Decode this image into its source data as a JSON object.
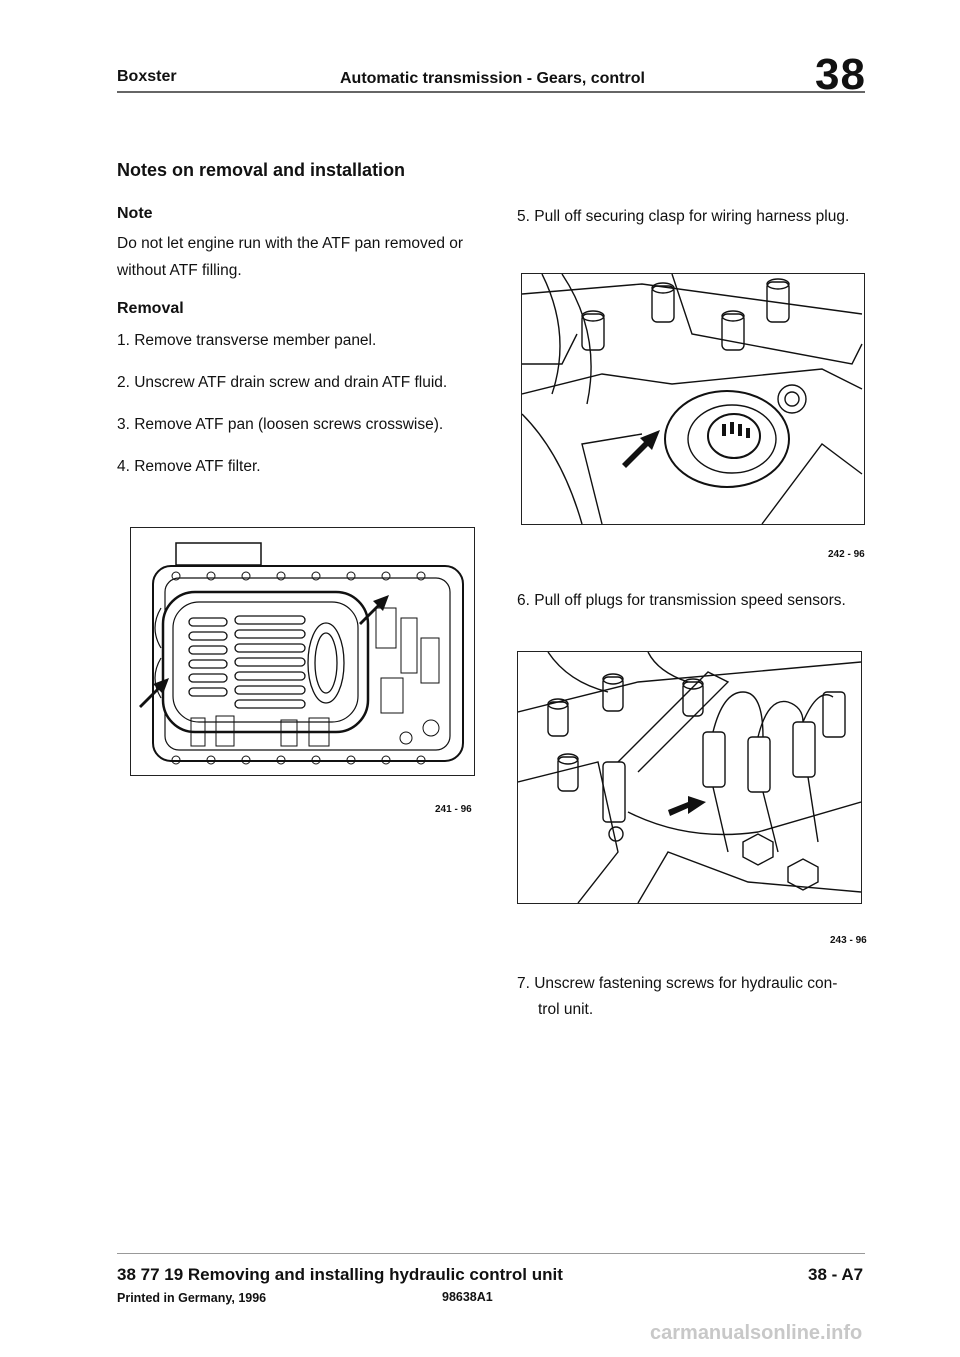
{
  "header": {
    "model": "Boxster",
    "title": "Automatic transmission - Gears, control",
    "chapter": "38"
  },
  "section_title": "Notes on removal and installation",
  "left": {
    "note_heading": "Note",
    "note_text": "Do not let engine run with the ATF pan removed or without ATF filling.",
    "removal_heading": "Removal",
    "steps": [
      "1. Remove transverse member panel.",
      "2. Unscrew ATF drain screw and drain ATF fluid.",
      "3. Remove ATF pan (loosen screws crosswise).",
      "4. Remove ATF filter."
    ],
    "figure_number": "241 - 96"
  },
  "right": {
    "step5": "5. Pull off securing clasp for wiring harness plug.",
    "figure1_number": "242 - 96",
    "step6": "6. Pull off plugs for transmission speed sensors.",
    "figure2_number": "243 - 96",
    "step7_line1": "7. Unscrew fastening screws for hydraulic con-",
    "step7_line2": "trol unit."
  },
  "footer": {
    "title": "38 77 19 Removing and installing hydraulic control unit",
    "page": "38 - A7",
    "printed": "Printed in Germany, 1996",
    "code": "98638A1"
  },
  "watermark": "carmanualsonline.info"
}
